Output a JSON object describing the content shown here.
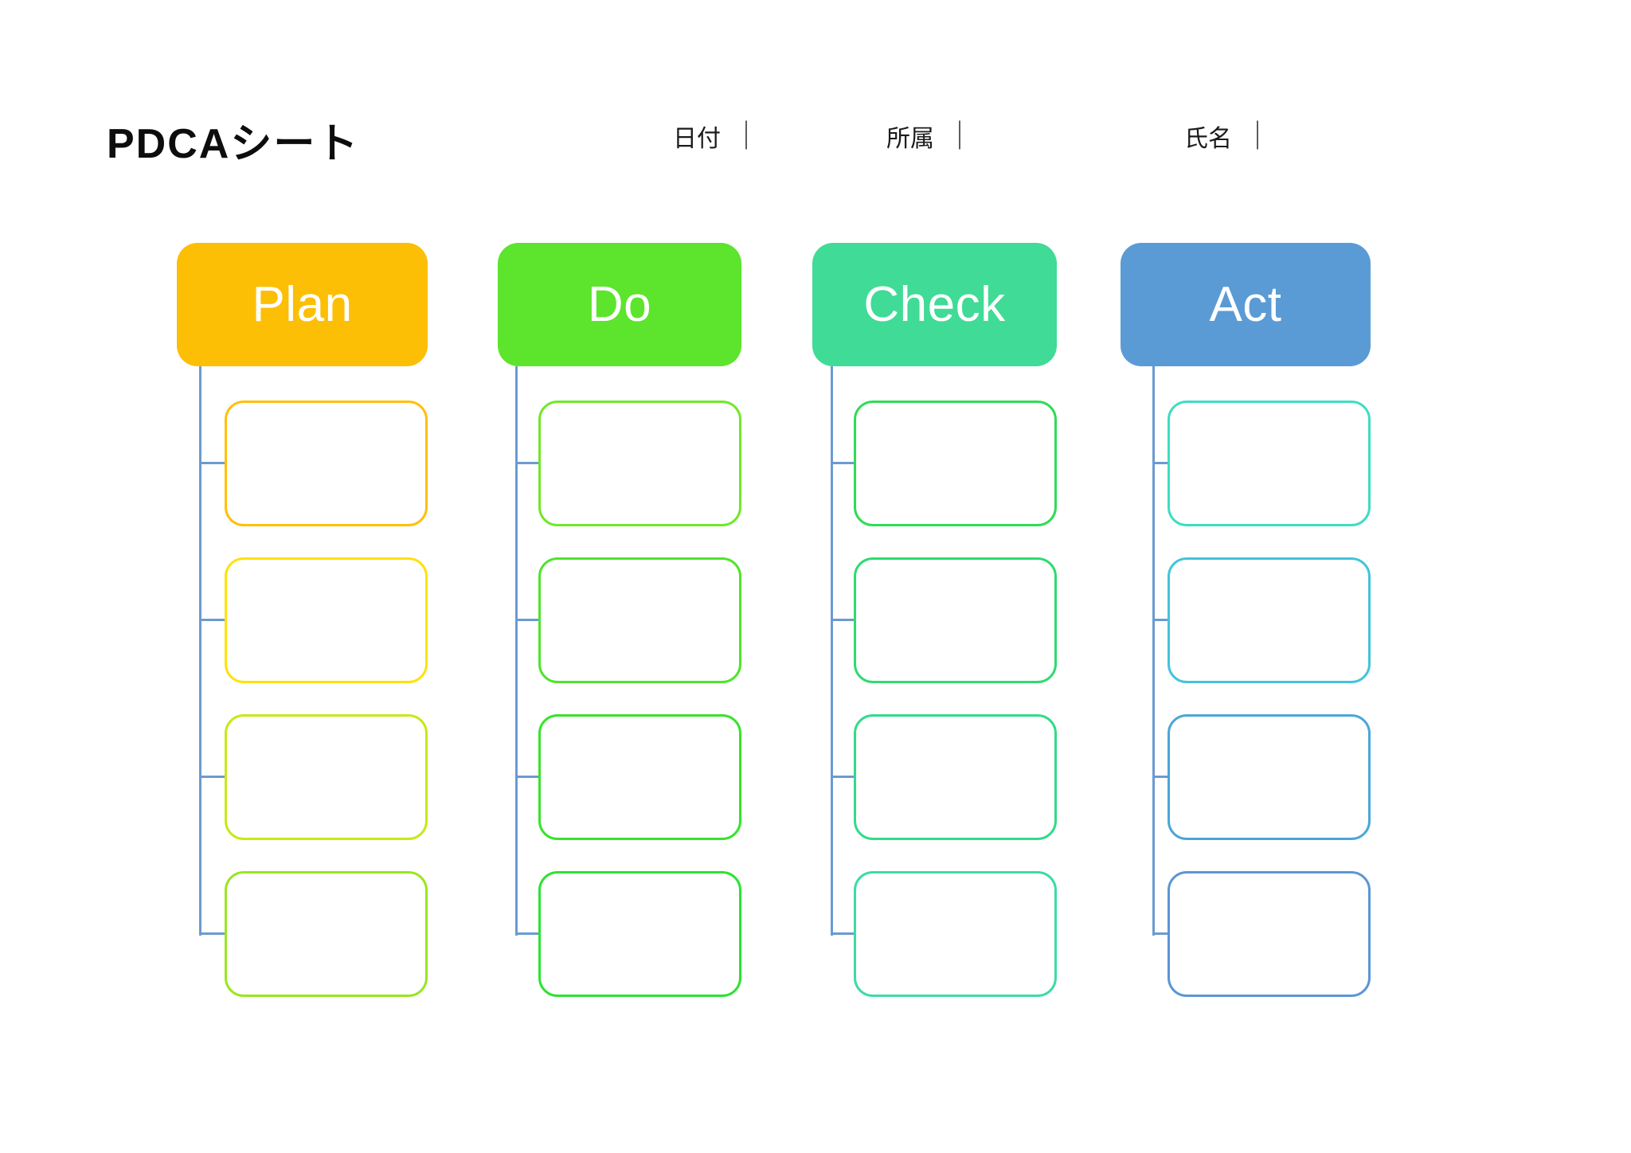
{
  "title": "PDCAシート",
  "meta": {
    "divider": "｜",
    "fields": [
      {
        "label": "日付"
      },
      {
        "label": "所属"
      },
      {
        "label": "氏名"
      }
    ]
  },
  "connector_color": "#6B9AD2",
  "header_text_color": "#FFFFFF",
  "columns": [
    {
      "id": "plan",
      "label": "Plan",
      "header_color": "#FCBF06",
      "box_border_colors": [
        "#FFC008",
        "#FFE10C",
        "#C9E816",
        "#99E620"
      ]
    },
    {
      "id": "do",
      "label": "Do",
      "header_color": "#5CE52C",
      "box_border_colors": [
        "#71E82A",
        "#4FE42B",
        "#38E32C",
        "#2DE233"
      ]
    },
    {
      "id": "check",
      "label": "Check",
      "header_color": "#40DB96",
      "box_border_colors": [
        "#2EDC55",
        "#2EDB70",
        "#31DB88",
        "#3DDBA2"
      ]
    },
    {
      "id": "act",
      "label": "Act",
      "header_color": "#5B9BD5",
      "box_border_colors": [
        "#3EDCC5",
        "#43C4DB",
        "#4BA6D8",
        "#5B96D4"
      ]
    }
  ]
}
